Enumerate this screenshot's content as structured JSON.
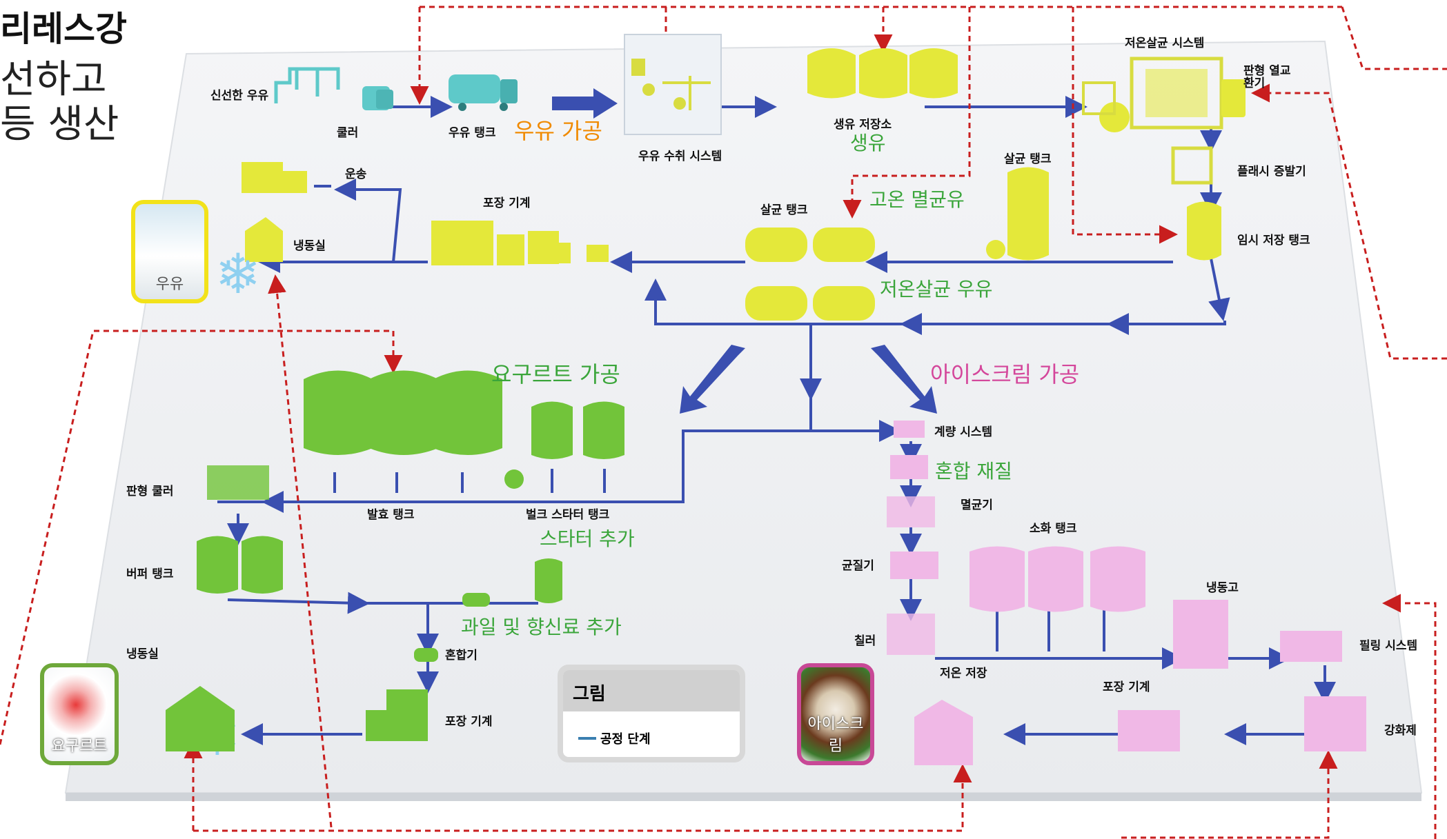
{
  "header": {
    "title": "리레스강",
    "line1": "선하고",
    "line2": "등 생산"
  },
  "milk_section": {
    "fresh_milk": "신선한 우유",
    "cooler": "쿨러",
    "milk_tank": "우유 탱크",
    "process_title": "우유 가공",
    "reception_system": "우유 수취 시스템",
    "raw_storage": "생유 저장소",
    "raw_milk": "생유",
    "pasteurizer_system": "저온살균 시스템",
    "plate_heat_exchanger": "판형 열교환기",
    "flash_evaporator": "플래시 증발기",
    "temp_storage_tank": "임시 저장 탱크",
    "sterile_tank_right": "살균 탱크",
    "uht_milk": "고온 멸균유",
    "sterile_tank_mid": "살균 탱크",
    "pasteurized_milk": "저온살균 우유",
    "packaging_machine": "포장 기계",
    "transport": "운송",
    "cold_room": "냉동실",
    "product": "우유"
  },
  "yogurt_section": {
    "process_title": "요구르트 가공",
    "plate_cooler": "판형 쿨러",
    "fermentation_tank": "발효 탱크",
    "bulk_starter_tank": "벌크 스타터 탱크",
    "starter_add": "스타터 추가",
    "buffer_tank": "버퍼 탱크",
    "fruit_flavor_add": "과일 및 향신료 추가",
    "mixer": "혼합기",
    "cold_room": "냉동실",
    "packaging_machine": "포장 기계",
    "product": "요구르트"
  },
  "icecream_section": {
    "process_title": "아이스크림 가공",
    "metering_system": "계량 시스템",
    "mixing_ingredients": "혼합 재질",
    "sterilizer": "멸균기",
    "homogenizer": "균질기",
    "aging_tank": "소화 탱크",
    "chiller": "칠러",
    "freezer": "냉동고",
    "filling_system": "필링 시스템",
    "cold_storage": "저온 저장",
    "packaging_machine": "포장 기계",
    "hardener": "강화제",
    "product": "아이스크림"
  },
  "legend": {
    "title": "그림",
    "item": "공정 단계"
  },
  "colors": {
    "milk_equipment": "#5ec9c9",
    "yellow_equipment": "#e4e83a",
    "yogurt_equipment": "#72c43a",
    "icecream_equipment": "#f0b8e6",
    "flow_arrow": "#3a4fb0",
    "dashed_link": "#c81e1e",
    "green_text": "#3aa53a",
    "orange_text": "#f08a00",
    "pink_text": "#d4479b"
  }
}
